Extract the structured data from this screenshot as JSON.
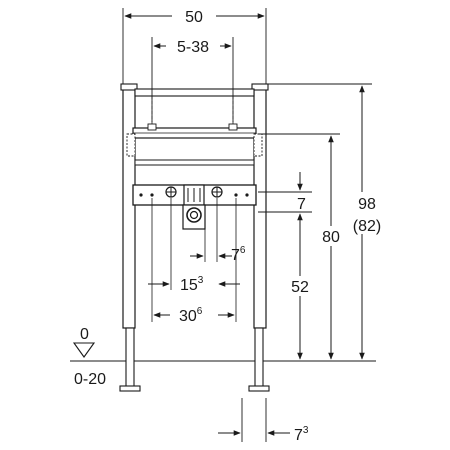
{
  "dimensions": {
    "frame_width": "50",
    "bracket_range": "5-38",
    "total_height": "98",
    "total_height_alt": "(82)",
    "height_80": "80",
    "height_52": "52",
    "gap_7": "7",
    "offset_7_6_main": "7",
    "offset_7_6_sup": "6",
    "spacing_15_3_main": "15",
    "spacing_15_3_sup": "3",
    "spacing_30_6_main": "30",
    "spacing_30_6_sup": "6",
    "leg_7_3_main": "7",
    "leg_7_3_sup": "3",
    "floor_zero": "0",
    "floor_range": "0-20"
  }
}
